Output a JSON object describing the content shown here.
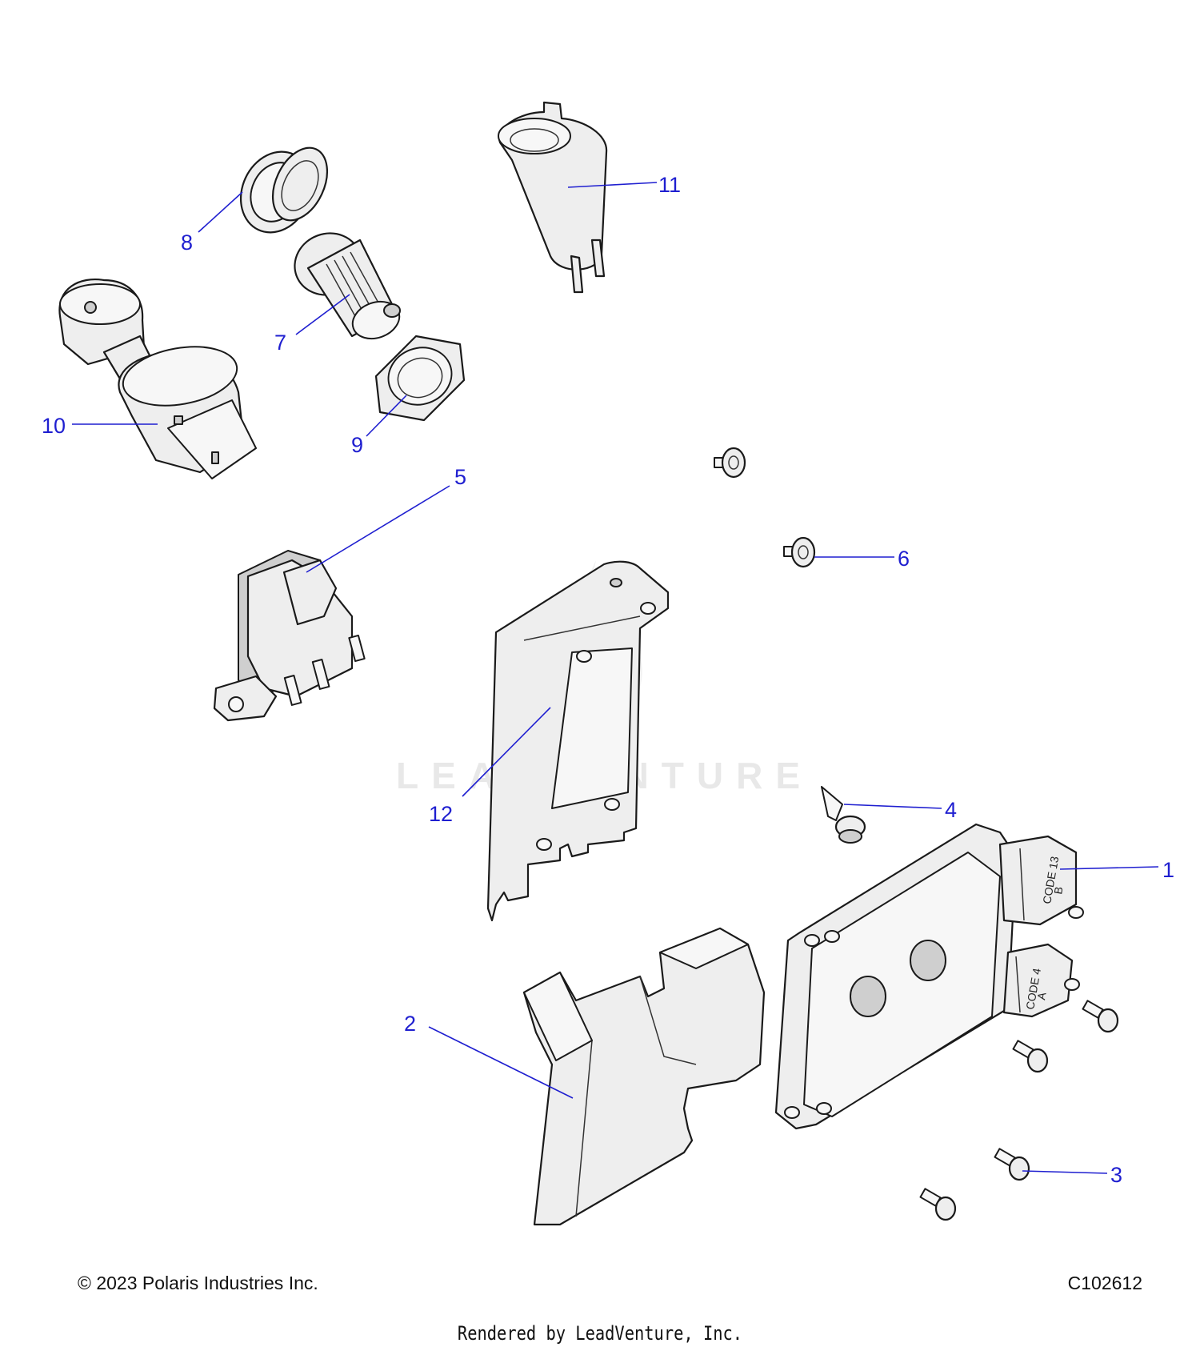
{
  "watermark": "LEADVENTURE",
  "part_markings": {
    "code_upper": "CODE 13",
    "code_upper_sub": "B",
    "code_lower": "CODE 4",
    "code_lower_sub": "A"
  },
  "callouts": [
    {
      "id": "1",
      "label": "1"
    },
    {
      "id": "2",
      "label": "2"
    },
    {
      "id": "3",
      "label": "3"
    },
    {
      "id": "4",
      "label": "4"
    },
    {
      "id": "5",
      "label": "5"
    },
    {
      "id": "6",
      "label": "6"
    },
    {
      "id": "7",
      "label": "7"
    },
    {
      "id": "8",
      "label": "8"
    },
    {
      "id": "9",
      "label": "9"
    },
    {
      "id": "10",
      "label": "10"
    },
    {
      "id": "11",
      "label": "11"
    },
    {
      "id": "12",
      "label": "12"
    }
  ],
  "footer": {
    "copyright": "© 2023 Polaris Industries Inc.",
    "diagram_code": "C102612",
    "rendered_by": "Rendered by LeadVenture, Inc."
  },
  "colors": {
    "callout": "#1f1fd0",
    "part_fill": "#eeeeee",
    "outline": "#1a1a1a"
  }
}
